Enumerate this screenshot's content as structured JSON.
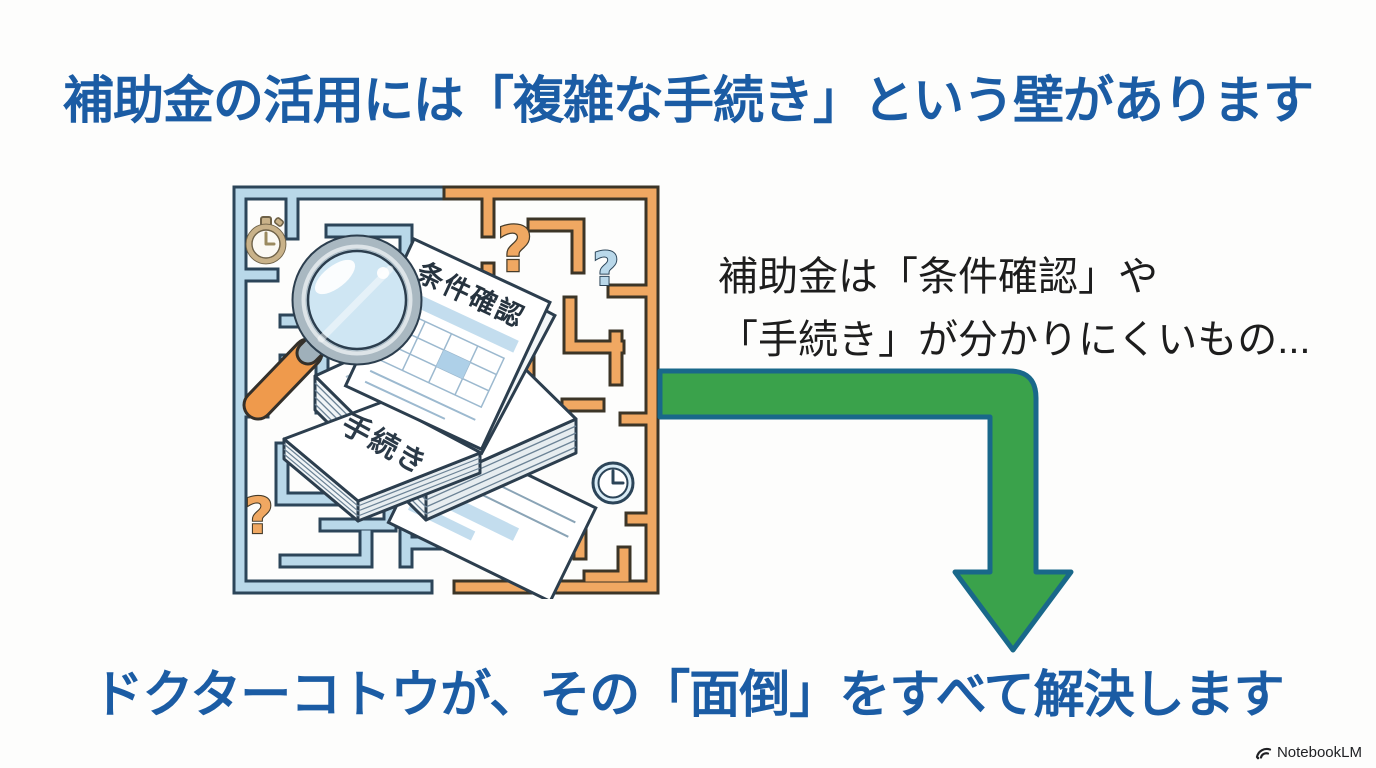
{
  "slide": {
    "background": "#fdfdfc",
    "title_top": "補助金の活用には「複雑な手続き」という壁があります",
    "title_bottom": "ドクターコトウが、その「面倒」をすべて解決します",
    "title_color": "#1b5ca4",
    "caption": {
      "line1": "補助金は「条件確認」や",
      "line2": "「手続き」が分かりにくいもの...",
      "color": "#1d1d1d"
    },
    "arrow": {
      "fill": "#3aa24b",
      "outline": "#19688a",
      "direction": "right-then-down"
    },
    "illustration": {
      "type": "maze-with-documents-and-magnifier",
      "maze_left_color": "#b9d8e9",
      "maze_right_color": "#f0a862",
      "doc_top_label": "条件確認",
      "doc_stack_label": "手続き",
      "question_mark": "?",
      "icons": [
        "stopwatch-icon",
        "magnifier-icon",
        "clock-icon",
        "question-mark-icon"
      ]
    },
    "watermark": "NotebookLM"
  }
}
